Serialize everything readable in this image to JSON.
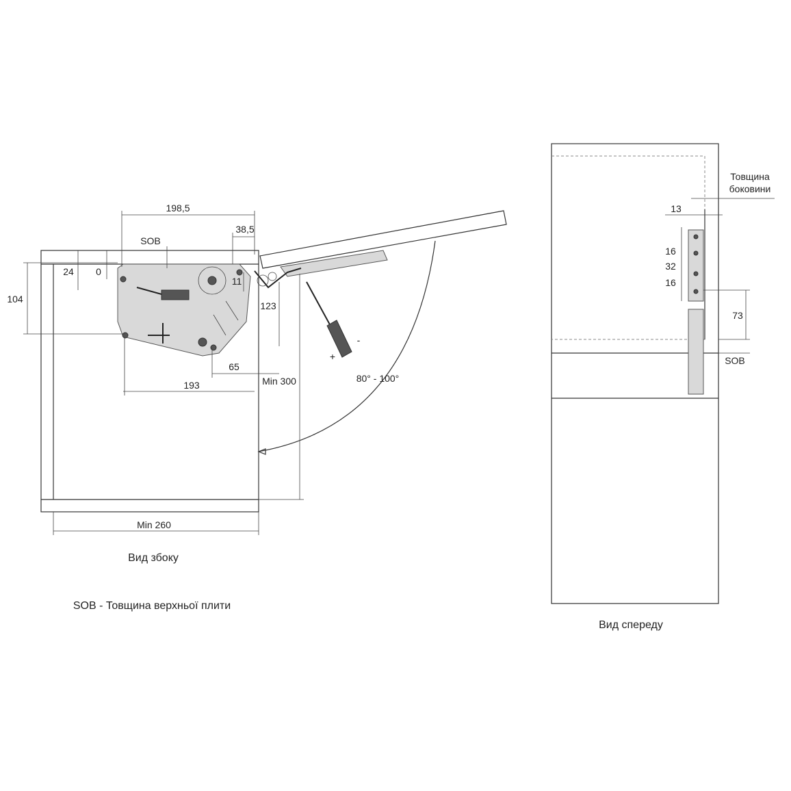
{
  "side_view": {
    "caption": "Вид збоку",
    "dims": {
      "d198": "198,5",
      "d385": "38,5",
      "sob": "SOB",
      "d24": "24",
      "d0": "0",
      "d104": "104",
      "d11": "11",
      "d123": "123",
      "d65": "65",
      "d193": "193",
      "min300": "Min 300",
      "angle": "80° - 100°",
      "min260": "Min 260",
      "plus": "+",
      "minus": "-"
    }
  },
  "legend": "SOB - Товщина верхньої плити",
  "front_view": {
    "caption": "Вид спереду",
    "dims": {
      "thickness_line1": "Товщина",
      "thickness_line2": "боковини",
      "d13": "13",
      "d16a": "16",
      "d32": "32",
      "d16b": "16",
      "d73": "73",
      "sob": "SOB"
    }
  }
}
